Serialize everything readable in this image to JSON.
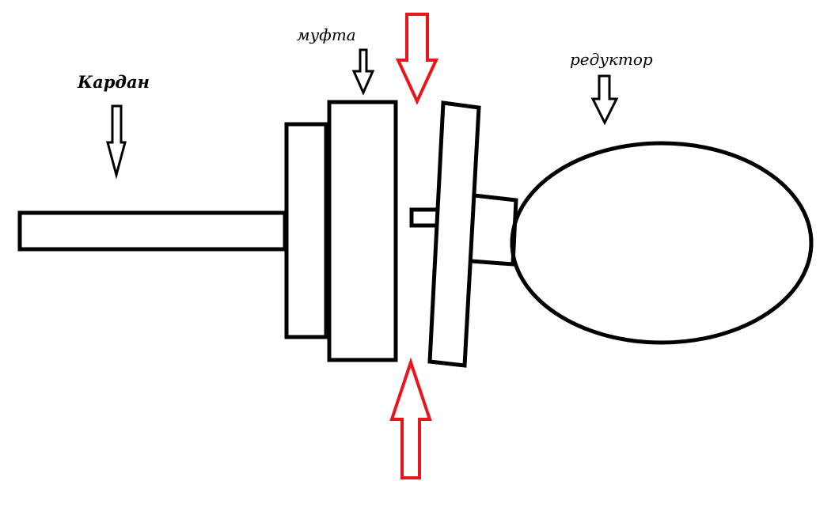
{
  "labels": {
    "cardan": "Кардан",
    "coupling": "муфта",
    "gearbox": "редуктор"
  },
  "colors": {
    "line": "#000000",
    "highlight": "#e8151b",
    "background": "#ffffff"
  }
}
